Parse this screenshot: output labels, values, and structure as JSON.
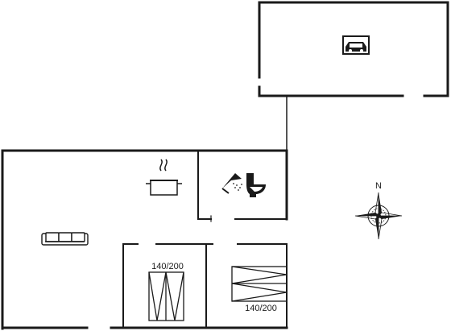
{
  "floorplan": {
    "rooms": {
      "garage": {
        "icon": "car-icon"
      },
      "kitchen": {
        "icon": "cooking-pot-icon"
      },
      "bathroom": {
        "icons": [
          "shower-icon",
          "toilet-icon"
        ]
      },
      "living_room": {
        "icon": "sofa-icon"
      },
      "bedroom_1": {
        "bed_label": "140/200",
        "icon": "double-bed-icon"
      },
      "bedroom_2": {
        "bed_label": "140/200",
        "icon": "double-bed-icon"
      }
    },
    "compass": {
      "north_label": "N",
      "icon": "compass-rose-icon"
    },
    "colors": {
      "wall": "#1a1a1a",
      "background": "#ffffff"
    }
  }
}
